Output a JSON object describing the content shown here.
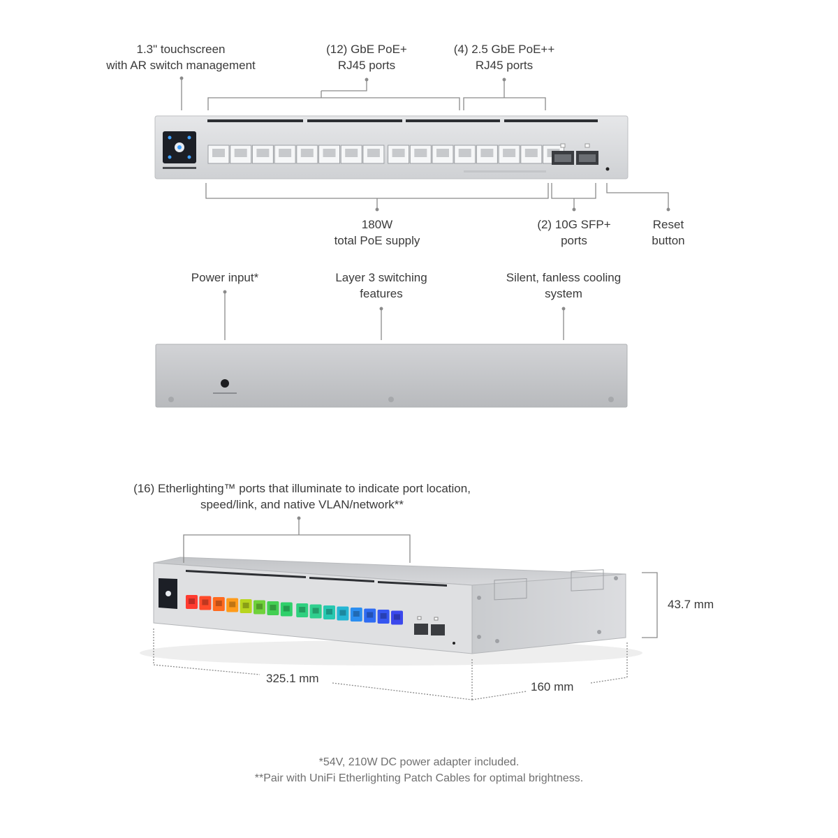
{
  "front_labels": {
    "touchscreen": [
      "1.3\" touchscreen",
      "with AR switch management"
    ],
    "gbe_ports": [
      "(12) GbE PoE+",
      "RJ45 ports"
    ],
    "gbe25_ports": [
      "(4) 2.5 GbE PoE++",
      "RJ45 ports"
    ],
    "poe_supply": [
      "180W",
      "total PoE supply"
    ],
    "sfp_ports": [
      "(2) 10G SFP+",
      "ports"
    ],
    "reset": [
      "Reset",
      "button"
    ]
  },
  "rear_labels": {
    "power": [
      "Power input*"
    ],
    "layer3": [
      "Layer 3 switching",
      "features"
    ],
    "cooling": [
      "Silent, fanless cooling",
      "system"
    ]
  },
  "iso_labels": {
    "etherlighting": [
      "(16) Etherlighting™ ports that illuminate to indicate port location,",
      "speed/link, and native VLAN/network**"
    ],
    "height": "43.7 mm",
    "width": "325.1 mm",
    "depth": "160 mm"
  },
  "footnotes": [
    "*54V, 210W DC power adapter included.",
    "**Pair with UniFi Etherlighting Patch Cables for optimal brightness."
  ],
  "colors": {
    "chassis": "#d9dadc",
    "chassis_edge": "#b9bbbe",
    "line": "#8a8a8a",
    "screen": "#1c1f26",
    "screen_accent": "#3fa0ff",
    "etherlight": [
      "#ff3b30",
      "#ff4a2a",
      "#ff6a1f",
      "#ff9b1a",
      "#b8d51e",
      "#6fd13a",
      "#43cf52",
      "#2fd06a",
      "#2fd07f",
      "#2fcf8e",
      "#27c8b0",
      "#25b6d4",
      "#2b8ef0",
      "#2f6cf2",
      "#3556f0",
      "#3b48ec"
    ]
  }
}
